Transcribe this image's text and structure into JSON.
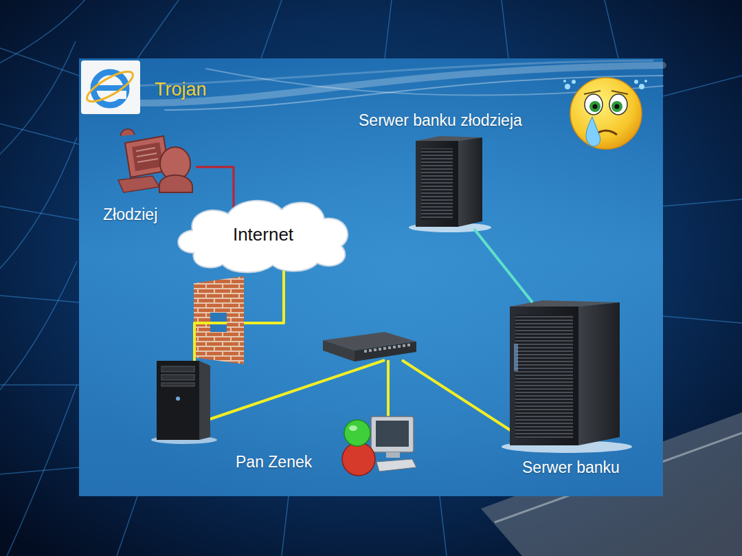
{
  "diagram": {
    "title": "Trojan",
    "nodes": [
      {
        "text": [
          "Złodziej"
        ]
      },
      {
        "text": [
          "Serwer banku złodzieja"
        ]
      },
      {
        "text": [
          "Internet"
        ]
      },
      {
        "text": [
          "Pan Zenek"
        ]
      },
      {
        "text": [
          "Serwer banku"
        ]
      }
    ],
    "edges": [
      {
        "from": 0,
        "to": 2,
        "arrow": "none"
      },
      {
        "from": 1,
        "to": 4,
        "arrow": "none"
      }
    ]
  }
}
